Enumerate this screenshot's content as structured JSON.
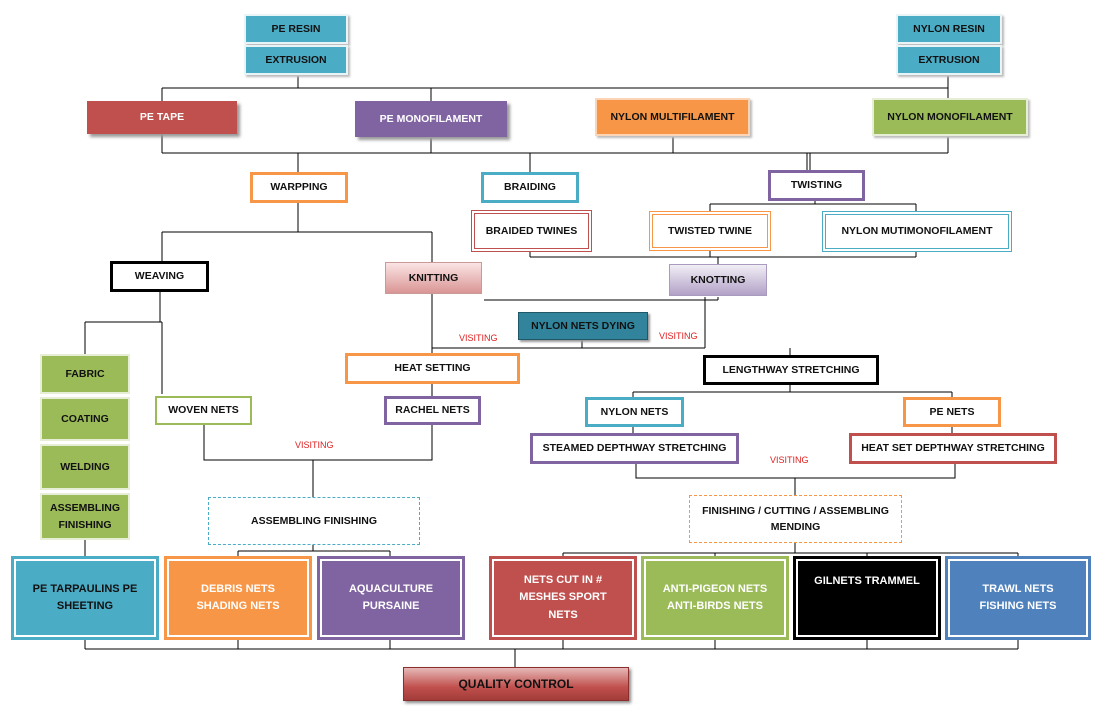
{
  "nodes": {
    "pe_resin": "PE RESIN",
    "pe_extrusion": "EXTRUSION",
    "nylon_resin": "NYLON RESIN",
    "nylon_extrusion": "EXTRUSION",
    "pe_tape": "PE TAPE",
    "pe_monofilament": "PE MONOFILAMENT",
    "nylon_multifilament": "NYLON MULTIFILAMENT",
    "nylon_monofilament": "NYLON MONOFILAMENT",
    "warpping": "WARPPING",
    "braiding": "BRAIDING",
    "twisting": "TWISTING",
    "braided_twines": "BRAIDED TWINES",
    "twisted_twine": "TWISTED TWINE",
    "nylon_mutimonofilament": "NYLON MUTIMONOFILAMENT",
    "weaving": "WEAVING",
    "knitting": "KNITTING",
    "knotting": "KNOTTING",
    "nylon_nets_dying": "NYLON NETS DYING",
    "fabric": "FABRIC",
    "coating": "COATING",
    "welding": "WELDING",
    "assembling_finishing_left": "ASSEMBLING\nFINISHING",
    "woven_nets": "WOVEN NETS",
    "heat_setting": "HEAT SETTING",
    "rachel_nets": "RACHEL NETS",
    "lengthway_stretching": "LENGTHWAY STRETCHING",
    "nylon_nets": "NYLON NETS",
    "pe_nets": "PE NETS",
    "steamed_depthway": "STEAMED DEPTHWAY STRETCHING",
    "heat_set_depthway": "HEAT SET DEPTHWAY STRETCHING",
    "assembling_finishing_mid": "ASSEMBLING FINISHING",
    "finishing_cutting": "FINISHING / CUTTING / ASSEMBLING\nMENDING",
    "quality_control": "QUALITY CONTROL"
  },
  "products": {
    "pe_tarpaulins": "PE TARPAULINS PE\nSHEETING",
    "debris_nets": "DEBRIS NETS\nSHADING NETS",
    "aquaculture": "AQUACULTURE\nPURSAINE",
    "nets_cut": "NETS CUT IN #\nMESHES SPORT\nNETS",
    "anti_pigeon": "ANTI-PIGEON NETS\nANTI-BIRDS NETS",
    "gilnets": "GILNETS TRAMMEL",
    "trawl_nets": "TRAWL NETS\nFISHING NETS"
  },
  "labels": {
    "visiting_1": "VISITING",
    "visiting_2": "VISITING",
    "visiting_3": "VISITING",
    "visiting_4": "VISITING"
  },
  "colors": {
    "teal": "#4bacc6",
    "red": "#c0504d",
    "purple": "#8064a2",
    "orange": "#f79646",
    "green": "#9bbb59",
    "blue": "#4f81bd",
    "visiting_text": "#e01e1e"
  }
}
